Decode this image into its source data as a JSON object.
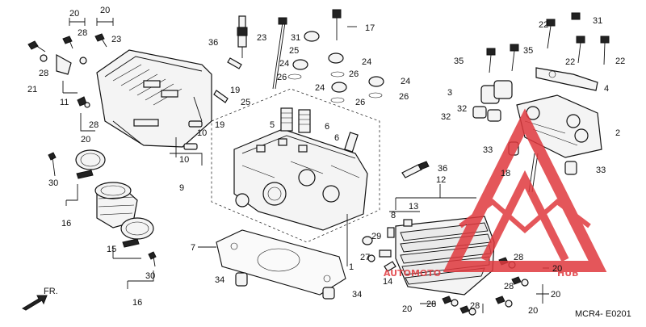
{
  "labels": [
    {
      "id": "l20a",
      "text": "20"
    },
    {
      "id": "l20b",
      "text": "20"
    },
    {
      "id": "l28a",
      "text": "28"
    },
    {
      "id": "l23a",
      "text": "23"
    },
    {
      "id": "l28b",
      "text": "28"
    },
    {
      "id": "l21",
      "text": "21"
    },
    {
      "id": "l11",
      "text": "11"
    },
    {
      "id": "l28c",
      "text": "28"
    },
    {
      "id": "l20c",
      "text": "20"
    },
    {
      "id": "l30a",
      "text": "30"
    },
    {
      "id": "l16a",
      "text": "16"
    },
    {
      "id": "l15",
      "text": "15"
    },
    {
      "id": "l30b",
      "text": "30"
    },
    {
      "id": "l16b",
      "text": "16"
    },
    {
      "id": "l36a",
      "text": "36"
    },
    {
      "id": "l23b",
      "text": "23"
    },
    {
      "id": "l19a",
      "text": "19"
    },
    {
      "id": "l19b",
      "text": "19"
    },
    {
      "id": "l10a",
      "text": "10"
    },
    {
      "id": "l10b",
      "text": "10"
    },
    {
      "id": "l9",
      "text": "9"
    },
    {
      "id": "l25a",
      "text": "25"
    },
    {
      "id": "l31a",
      "text": "31"
    },
    {
      "id": "l25b",
      "text": "25"
    },
    {
      "id": "l17",
      "text": "17"
    },
    {
      "id": "l24a",
      "text": "24"
    },
    {
      "id": "l26a",
      "text": "26"
    },
    {
      "id": "l24b",
      "text": "24"
    },
    {
      "id": "l26b",
      "text": "26"
    },
    {
      "id": "l24c",
      "text": "24"
    },
    {
      "id": "l26c",
      "text": "26"
    },
    {
      "id": "l24d",
      "text": "24"
    },
    {
      "id": "l26d",
      "text": "26"
    },
    {
      "id": "l5",
      "text": "5"
    },
    {
      "id": "l6a",
      "text": "6"
    },
    {
      "id": "l6b",
      "text": "6"
    },
    {
      "id": "l36b",
      "text": "36"
    },
    {
      "id": "l22a",
      "text": "22"
    },
    {
      "id": "l31b",
      "text": "31"
    },
    {
      "id": "l35a",
      "text": "35"
    },
    {
      "id": "l35b",
      "text": "35"
    },
    {
      "id": "l22b",
      "text": "22"
    },
    {
      "id": "l22c",
      "text": "22"
    },
    {
      "id": "l3",
      "text": "3"
    },
    {
      "id": "l4",
      "text": "4"
    },
    {
      "id": "l32a",
      "text": "32"
    },
    {
      "id": "l32b",
      "text": "32"
    },
    {
      "id": "l2",
      "text": "2"
    },
    {
      "id": "l33a",
      "text": "33"
    },
    {
      "id": "l18",
      "text": "18"
    },
    {
      "id": "l33b",
      "text": "33"
    },
    {
      "id": "l12",
      "text": "12"
    },
    {
      "id": "l13",
      "text": "13"
    },
    {
      "id": "l8",
      "text": "8"
    },
    {
      "id": "l29",
      "text": "29"
    },
    {
      "id": "l27",
      "text": "27"
    },
    {
      "id": "l14",
      "text": "14"
    },
    {
      "id": "l1",
      "text": "1"
    },
    {
      "id": "l7",
      "text": "7"
    },
    {
      "id": "l34a",
      "text": "34"
    },
    {
      "id": "l34b",
      "text": "34"
    },
    {
      "id": "l28d",
      "text": "28"
    },
    {
      "id": "l20d",
      "text": "20"
    },
    {
      "id": "l28e",
      "text": "28"
    },
    {
      "id": "l20e",
      "text": "20"
    },
    {
      "id": "l20f",
      "text": "20"
    },
    {
      "id": "l28f",
      "text": "28"
    },
    {
      "id": "l28g",
      "text": "28"
    },
    {
      "id": "l20g",
      "text": "20"
    }
  ],
  "direction_label": "FR.",
  "diagram_code": "MCR4- E0201",
  "watermark": {
    "brand_left": "AUTOMOTO",
    "brand_right": "HUB",
    "color": "#e0393e"
  }
}
